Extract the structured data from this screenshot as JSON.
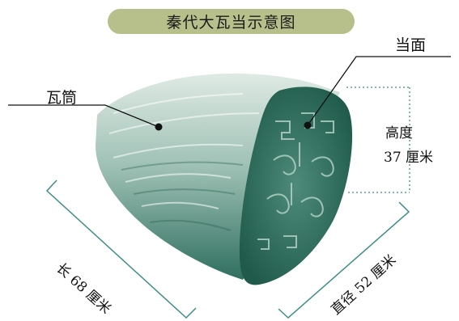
{
  "title": "秦代大瓦当示意图",
  "labels": {
    "tube": "瓦筒",
    "face": "当面",
    "height_title": "高度",
    "height_value": "37 厘米",
    "length": "长 68 厘米",
    "diameter": "直径 52 厘米"
  },
  "colors": {
    "title_bg": "#b7bf8a",
    "artifact_dark": "#2f6f5f",
    "artifact_light": "#cfe0d8",
    "guide_line": "#3d8f86"
  }
}
